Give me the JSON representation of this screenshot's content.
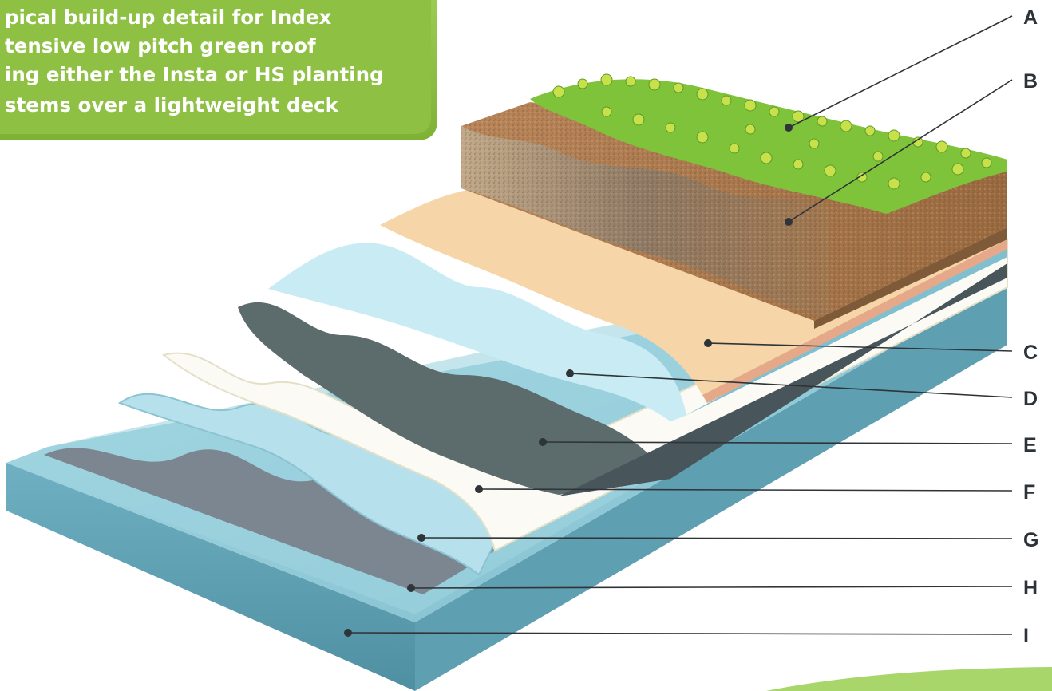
{
  "caption": {
    "lines": [
      "pical build-up detail for Index",
      "tensive low pitch green roof",
      "ing either the Insta or HS planting",
      "stems over a lightweight deck"
    ]
  },
  "labels": [
    "A",
    "B",
    "C",
    "D",
    "E",
    "F",
    "G",
    "H",
    "I"
  ],
  "colors": {
    "caption_panel": "#8dc043",
    "deck": "#8fc8d6",
    "soil": "#a4744a",
    "filter_sand": "#f6d6a8",
    "drainage_blue": "#c9ecf4",
    "membrane_dark": "#5c6b6b",
    "vegetation": "#7fc33a"
  },
  "icons": {
    "plants": "sedum-plant-icon"
  }
}
